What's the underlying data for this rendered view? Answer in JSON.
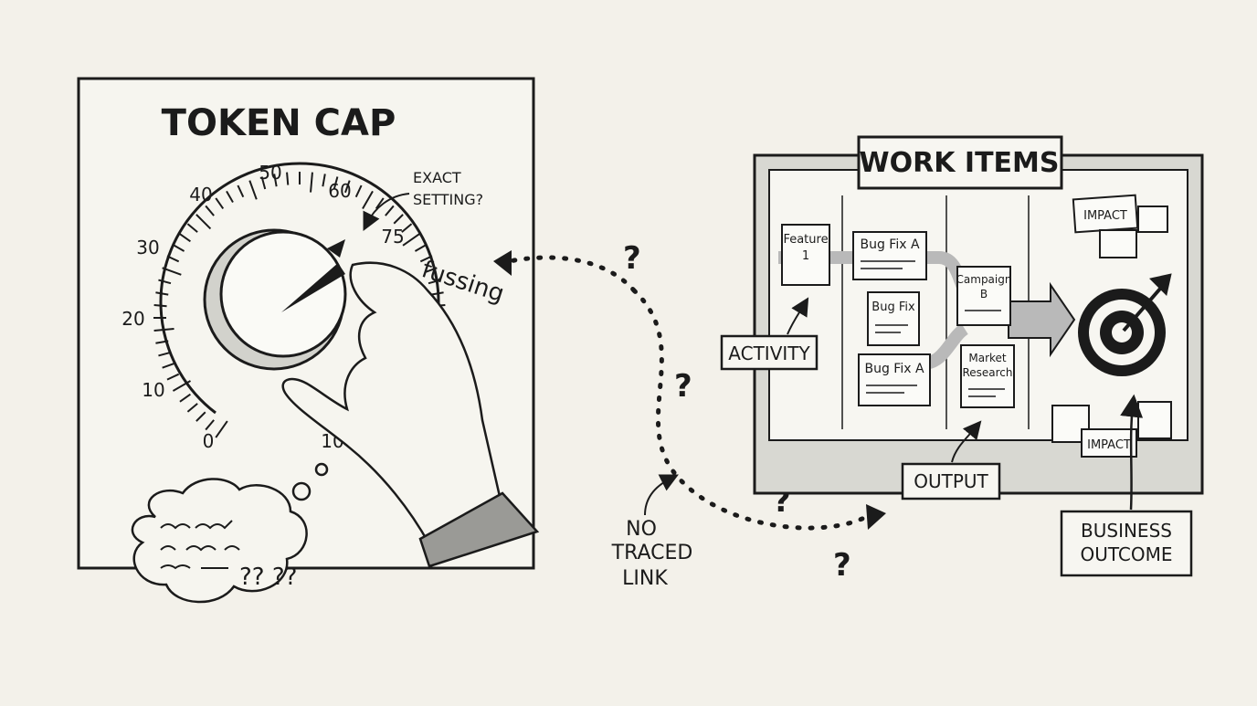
{
  "left_panel": {
    "title": "TOKEN CAP",
    "dial_ticks": [
      "0",
      "10",
      "20",
      "30",
      "40",
      "50",
      "60",
      "75",
      "100",
      "10"
    ],
    "annotation_exact": [
      "EXACT",
      "SETTING?"
    ],
    "annotation_fussing": "fussing",
    "thought_scribble": "?? ??",
    "icons": [
      "dial-knob-icon",
      "hand-icon",
      "thought-bubble-icon"
    ]
  },
  "middle": {
    "question_marks": [
      "?",
      "?",
      "?",
      "?"
    ],
    "no_link_label": [
      "NO",
      "TRACED",
      "LINK"
    ]
  },
  "right_panel": {
    "title": "WORK ITEMS",
    "cards": [
      [
        "Feature",
        "1"
      ],
      [
        "Bug Fix A"
      ],
      [
        "Bug Fix"
      ],
      [
        "Bug Fix A"
      ],
      [
        "Campaign",
        "B"
      ],
      [
        "Market",
        "Research"
      ]
    ],
    "impact_labels": [
      "IMPACT",
      "IMPACT"
    ],
    "activity_label": "ACTIVITY",
    "output_label": "OUTPUT",
    "business_outcome": [
      "BUSINESS",
      "OUTCOME"
    ],
    "icons": [
      "target-icon",
      "arrow-icon"
    ]
  },
  "colors": {
    "ink": "#1b1b1b",
    "paper": "#f3f1ea",
    "card": "#f7f6f1",
    "shade": "#b9b9b9"
  }
}
